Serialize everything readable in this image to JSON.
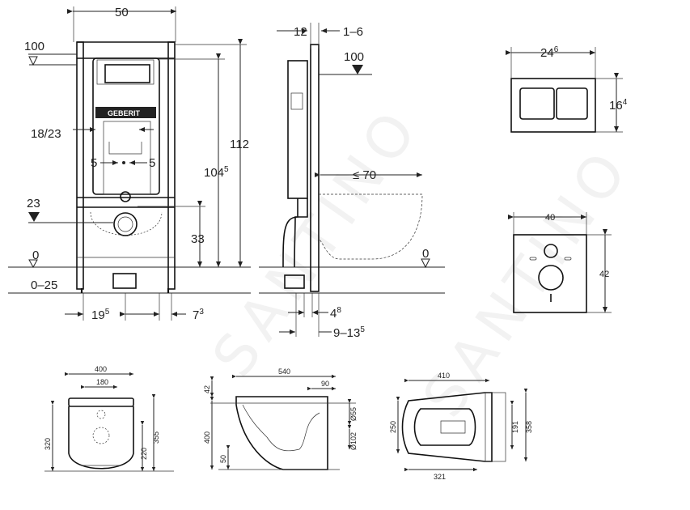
{
  "frame_front": {
    "width": "50",
    "lvl100": "100",
    "lvl0": "0",
    "range0_25": "0–25",
    "height112": "112",
    "height104": "104",
    "height104_sup": "5",
    "w18_23": "18/23",
    "five_left": "5",
    "five_right": "5",
    "lvl23": "23",
    "h33": "33",
    "d19": "19",
    "d19_sup": "5",
    "d7": "7",
    "d7_sup": "3",
    "brand": "GEBERIT"
  },
  "frame_side": {
    "d12": "12",
    "d1_6": "1–6",
    "lvl100": "100",
    "le70": "≤ 70",
    "lvl0": "0",
    "d4": "4",
    "d4_sup": "8",
    "d9_13": "9–13",
    "d9_13_sup": "5"
  },
  "plate": {
    "w": "24",
    "w_sup": "6",
    "h": "16",
    "h_sup": "4"
  },
  "soundpad": {
    "w": "40",
    "h": "42"
  },
  "bowl_front": {
    "w400": "400",
    "w180": "180",
    "h320": "320",
    "h355": "355",
    "h220": "220"
  },
  "bowl_side": {
    "d540": "540",
    "d90": "90",
    "d42": "42",
    "d400": "400",
    "d50": "50",
    "d55": "Ø55",
    "d102": "Ø102"
  },
  "bowl_top": {
    "d410": "410",
    "d250": "250",
    "d191": "191",
    "d358": "358",
    "d321": "321"
  },
  "watermark": "SANTINO",
  "colors": {
    "line": "#222222",
    "watermark": "#cccccc"
  }
}
